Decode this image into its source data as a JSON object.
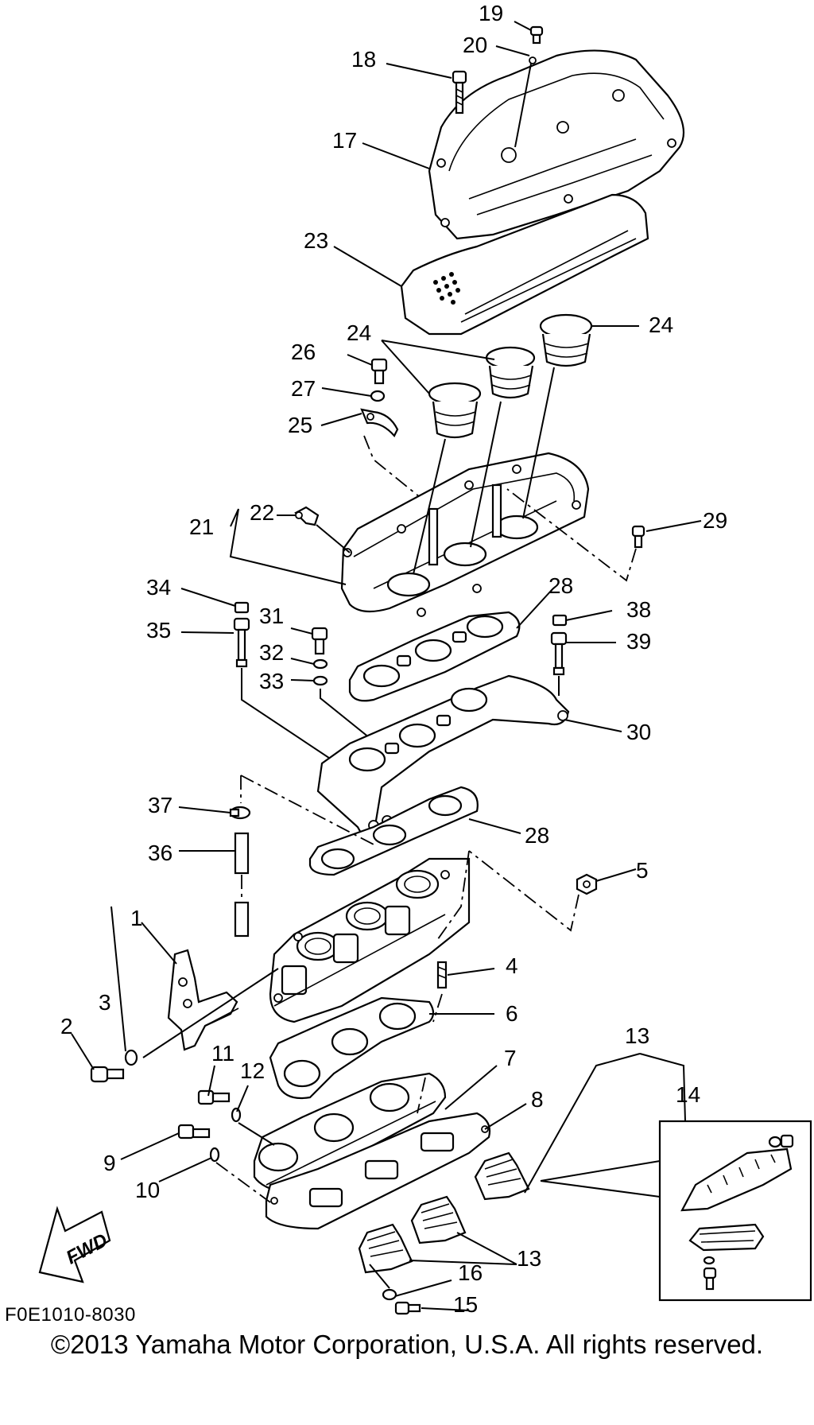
{
  "callouts": {
    "c1": "1",
    "c2": "2",
    "c3": "3",
    "c4": "4",
    "c5": "5",
    "c6": "6",
    "c7": "7",
    "c8": "8",
    "c9": "9",
    "c10": "10",
    "c11": "11",
    "c12": "12",
    "c13a": "13",
    "c13b": "13",
    "c14": "14",
    "c15": "15",
    "c16": "16",
    "c17": "17",
    "c18": "18",
    "c19": "19",
    "c20": "20",
    "c21": "21",
    "c22": "22",
    "c23": "23",
    "c24a": "24",
    "c24b": "24",
    "c25": "25",
    "c26": "26",
    "c27": "27",
    "c28a": "28",
    "c28b": "28",
    "c29": "29",
    "c30": "30",
    "c31": "31",
    "c32": "32",
    "c33": "33",
    "c34": "34",
    "c35": "35",
    "c36": "36",
    "c37": "37",
    "c38": "38",
    "c39": "39"
  },
  "fwd_label": "FWD",
  "diagram_code": "F0E1010-8030",
  "copyright": "©2013 Yamaha Motor Corporation, U.S.A. All rights reserved."
}
